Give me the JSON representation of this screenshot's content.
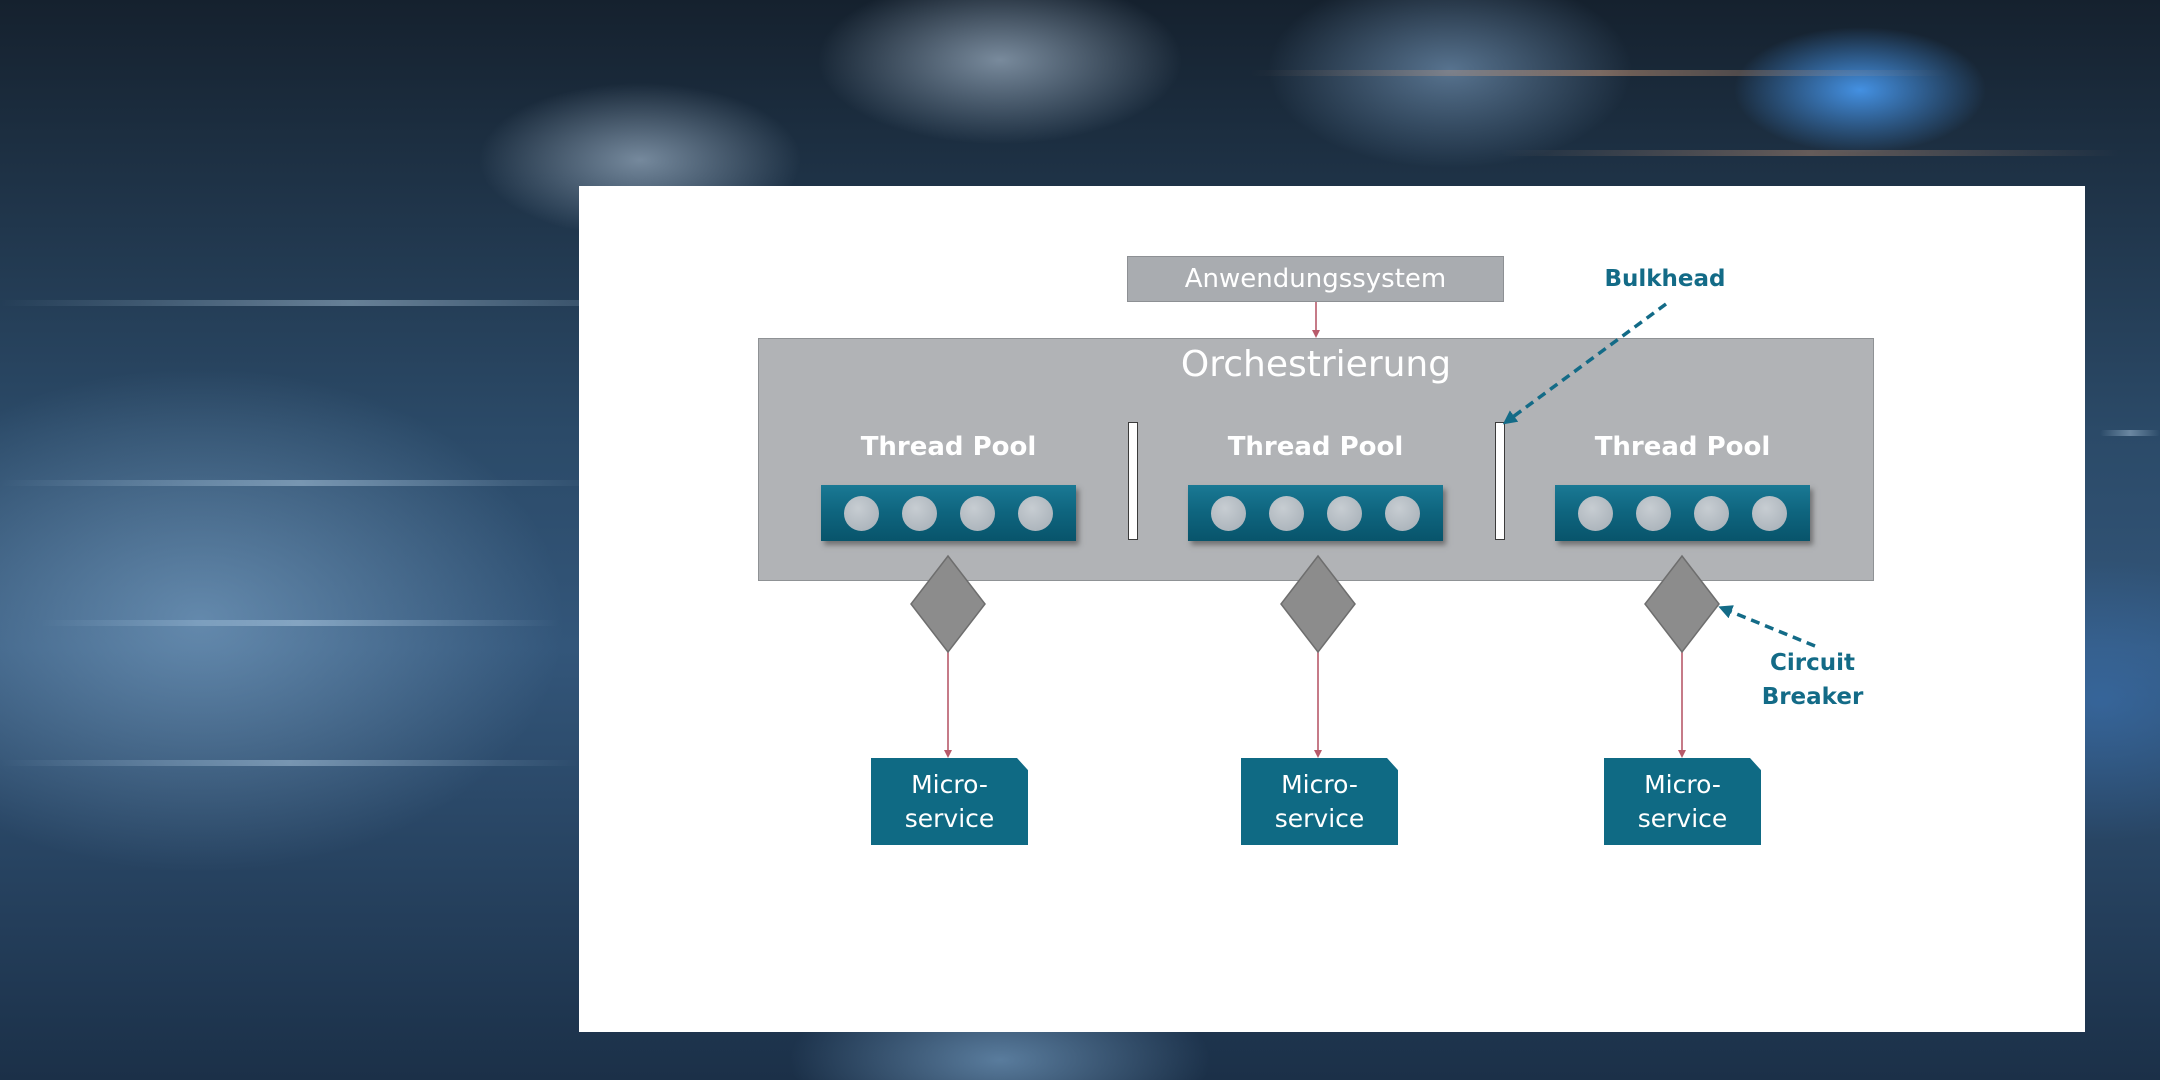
{
  "diagram": {
    "application_system": "Anwendungssystem",
    "orchestration": "Orchestrierung",
    "pools": [
      {
        "title": "Thread Pool",
        "threads": 4
      },
      {
        "title": "Thread Pool",
        "threads": 4
      },
      {
        "title": "Thread Pool",
        "threads": 4
      }
    ],
    "microservices": [
      {
        "line1": "Micro-",
        "line2": "service"
      },
      {
        "line1": "Micro-",
        "line2": "service"
      },
      {
        "line1": "Micro-",
        "line2": "service"
      }
    ],
    "annotations": {
      "bulkhead": "Bulkhead",
      "circuit_breaker_line1": "Circuit",
      "circuit_breaker_line2": "Breaker"
    }
  },
  "colors": {
    "teal": "#0f6a84",
    "gray_box": "#b1b3b6",
    "diamond": "#8c8c8c",
    "connector": "#b85a6a",
    "annotation": "#136b87"
  }
}
